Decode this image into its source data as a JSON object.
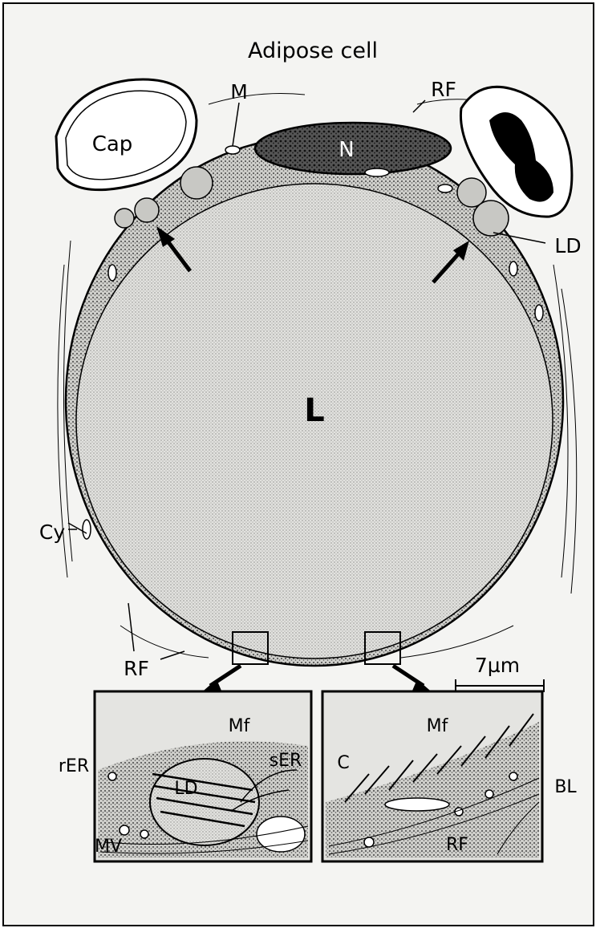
{
  "title": "Adipose cell",
  "labels": {
    "M": "M",
    "RF": "RF",
    "Cap": "Cap",
    "N": "N",
    "LD": "LD",
    "L": "L",
    "Cy": "Cy",
    "scale": "7µm"
  },
  "inset_left": {
    "Mf": "Mf",
    "rER": "rER",
    "LD": "LD",
    "sER": "sER",
    "MV": "MV"
  },
  "inset_right": {
    "Mf": "Mf",
    "C": "C",
    "BL": "BL",
    "RF": "RF"
  },
  "colors": {
    "ink": "#000000",
    "paper": "#f4f4f2",
    "lipid": "#dcdcda",
    "cytoplasm": "#b9b9b6",
    "nucleus": "#3a3a3a"
  }
}
